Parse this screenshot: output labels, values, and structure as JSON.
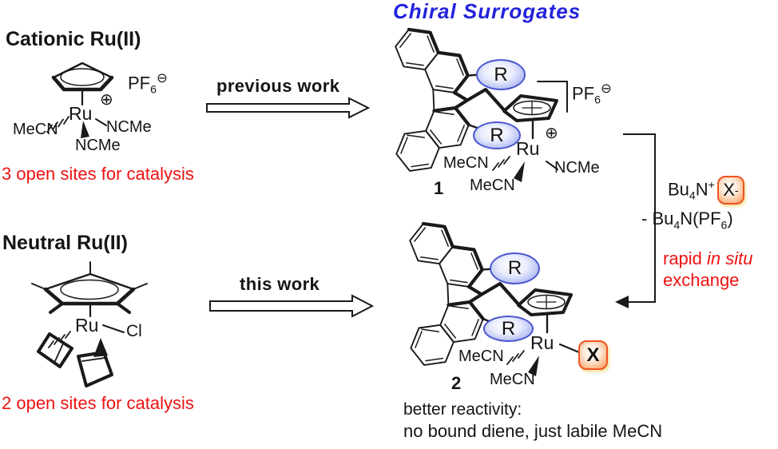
{
  "title": {
    "chiral_surrogates": "Chiral Surrogates"
  },
  "cationic": {
    "heading": "Cationic Ru(II)",
    "counterion_main": "PF",
    "counterion_sub": "6",
    "counterion_charge": "⊖",
    "metal": "Ru",
    "metal_charge": "⊕",
    "ligand_left": "MeCN",
    "ligand_right": "NCMe",
    "ligand_bottom": "NCMe",
    "note": "3 open sites for catalysis"
  },
  "neutral": {
    "heading": "Neutral Ru(II)",
    "metal": "Ru",
    "halide": "Cl",
    "note": "2 open sites for catalysis"
  },
  "arrows": {
    "top_label": "previous work",
    "bottom_label": "this work"
  },
  "complex1": {
    "number": "1",
    "substituent_top": "R",
    "substituent_bottom": "R",
    "counterion_main": "PF",
    "counterion_sub": "6",
    "counterion_charge": "⊖",
    "metal": "Ru",
    "metal_charge": "⊕",
    "ligand_left": "MeCN",
    "ligand_right": "NCMe",
    "ligand_bottom": "MeCN"
  },
  "exchange": {
    "salt_main": "Bu",
    "salt_sub": "4",
    "salt_n": "N",
    "salt_charge": "+",
    "anion_symbol": "X",
    "anion_charge": "-",
    "byproduct_prefix": "- Bu",
    "byproduct_sub4": "4",
    "byproduct_mid": "N(PF",
    "byproduct_sub6": "6",
    "byproduct_suffix": ")",
    "note_prefix": "rapid ",
    "note_italic": "in situ",
    "note_line2": "exchange"
  },
  "complex2": {
    "number": "2",
    "substituent_top": "R",
    "substituent_bottom": "R",
    "metal": "Ru",
    "anion_symbol": "X",
    "ligand_left": "MeCN",
    "ligand_bottom": "MeCN",
    "caption_line1": "better reactivity:",
    "caption_line2": "no bound diene, just labile MeCN"
  },
  "colors": {
    "heading_blue": "#2323dd",
    "note_red": "#ee1212",
    "oval_blue": "#4b55cf",
    "box_orange": "#ef5321"
  }
}
